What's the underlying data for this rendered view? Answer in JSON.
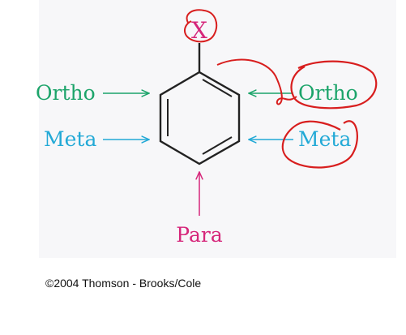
{
  "substituent": "X",
  "positions": {
    "ortho_left": "Ortho",
    "ortho_right": "Ortho",
    "meta_left": "Meta",
    "meta_right": "Meta",
    "para": "Para"
  },
  "copyright": "©2004 Thomson - Brooks/Cole",
  "colors": {
    "ortho": "#1ca46a",
    "meta": "#22a9d6",
    "para": "#d6267a",
    "substituent": "#d6267a",
    "ring": "#222222",
    "annotation": "#d81e1e"
  }
}
